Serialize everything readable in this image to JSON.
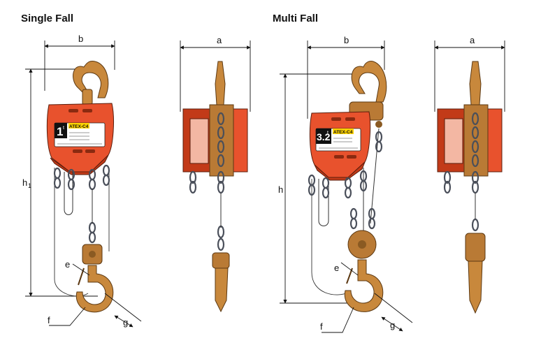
{
  "titles": {
    "single": "Single Fall",
    "multi": "Multi Fall"
  },
  "dimensions": {
    "single_front": {
      "b": "b",
      "h": "h",
      "h_sub": "1",
      "e": "e",
      "f": "f",
      "g": "g"
    },
    "single_side": {
      "a": "a"
    },
    "multi_front": {
      "b": "b",
      "h": "h",
      "e": "e",
      "f": "f",
      "g": "g"
    },
    "multi_side": {
      "a": "a"
    }
  },
  "plates": {
    "single": {
      "capacity": "1",
      "unit": "t",
      "model": "ATEX-C4"
    },
    "multi": {
      "capacity": "3.2",
      "unit": "t",
      "model": "ATEX-C4"
    }
  },
  "colors": {
    "body": "#e8522d",
    "hook": "#c8883c",
    "chain": "#4a4f5a"
  }
}
